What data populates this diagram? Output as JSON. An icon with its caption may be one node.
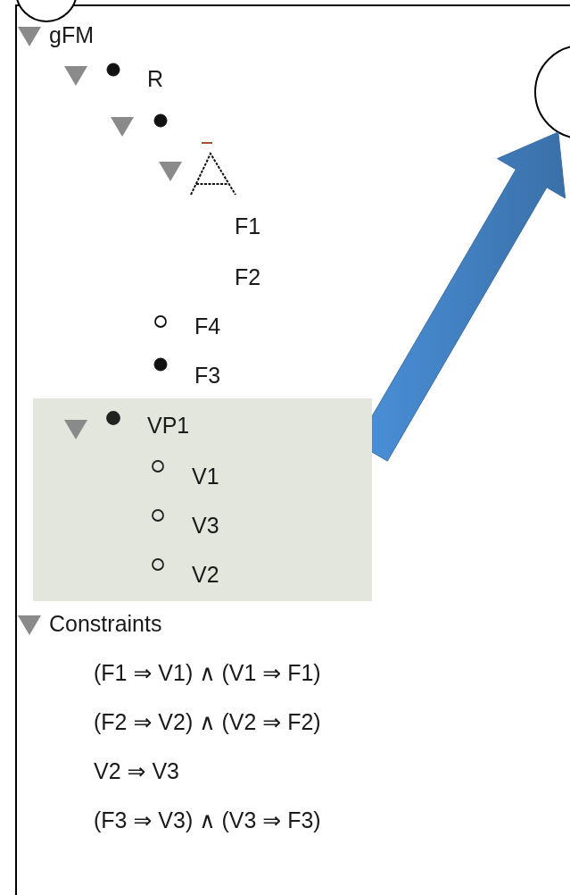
{
  "diagram": {
    "nodes": [
      {
        "text": [],
        "shape": "circle"
      },
      {
        "text": [
          "VP1",
          "V1",
          "V3",
          "V2"
        ]
      },
      {
        "text": [],
        "shape": "circle"
      }
    ],
    "edges": [
      {
        "from": 1,
        "to": 2,
        "arrow": "to"
      }
    ],
    "labels": [
      "gFM",
      "R",
      "F1",
      "F2",
      "F4",
      "F3",
      "Constraints",
      "(F1 ⇒ V1) ∧ (V1 ⇒ F1)",
      "(F2 ⇒ V2) ∧ (V2 ⇒ F2)",
      "V2 ⇒ V3",
      "(F3 ⇒ V3) ∧ (V3 ⇒ F3)"
    ]
  }
}
